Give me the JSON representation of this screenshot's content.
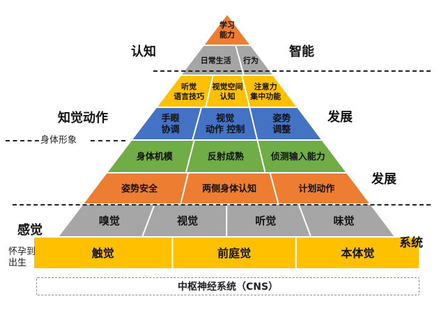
{
  "pyramid": {
    "apex": "学习\n能力",
    "level2": [
      "日常生活",
      "行为"
    ],
    "level3": [
      "听觉\n语言技巧",
      "视觉空间\n认知",
      "注意力\n集中功能"
    ],
    "level4": [
      "手眼\n协调",
      "视觉\n动作 控制",
      "姿势\n调整"
    ],
    "level5": [
      "身体机模",
      "反射成熟",
      "侦测输入能力"
    ],
    "level6": [
      "姿势安全",
      "两侧身体认知",
      "计划动作"
    ],
    "level7": [
      "嗅觉",
      "视觉",
      "听觉",
      "味觉"
    ],
    "level8": [
      "触觉",
      "前庭觉",
      "本体觉"
    ],
    "base": "中枢神经系统（CNS）"
  },
  "labels": {
    "left_top": "认知",
    "right_top": "智能",
    "left_mid": "知觉动作",
    "right_mid": "发展",
    "body_image": "身体形象",
    "right_low": "发展",
    "left_sense": "感觉",
    "right_system": "系统",
    "birth": "怀孕到\n出生"
  },
  "colors": {
    "apex": "#EE7D32",
    "gray": "#A6A6A6",
    "yellow": "#FFC000",
    "blue": "#4472C4",
    "green": "#70AD47",
    "orange": "#ED7D31",
    "base_yellow": "#FFC000"
  }
}
